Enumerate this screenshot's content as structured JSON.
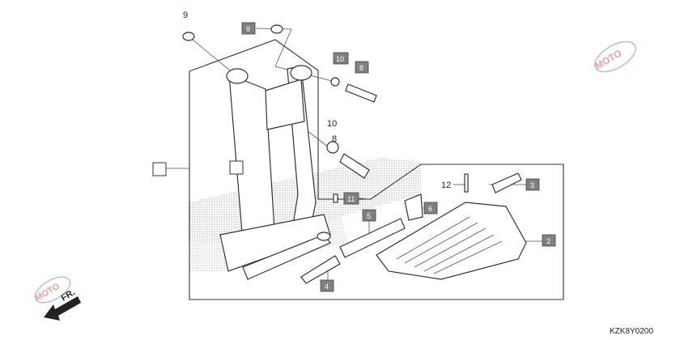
{
  "plain_labels": [
    {
      "id": "9-top",
      "text": "9"
    },
    {
      "id": "10-mid",
      "text": "10"
    },
    {
      "id": "8-mid",
      "text": "8"
    },
    {
      "id": "12",
      "text": "12"
    }
  ],
  "boxed_labels": [
    {
      "id": "9-box",
      "text": "9"
    },
    {
      "id": "10-box",
      "text": "10"
    },
    {
      "id": "8-box",
      "text": "8"
    },
    {
      "id": "11-box",
      "text": "11"
    },
    {
      "id": "5-box",
      "text": "5"
    },
    {
      "id": "6-box",
      "text": "6"
    },
    {
      "id": "3-box",
      "text": "3"
    },
    {
      "id": "2-box",
      "text": "2"
    },
    {
      "id": "4-box",
      "text": "4"
    }
  ],
  "diagram_code": "KZK8Y0200",
  "direction_label": "FR.",
  "colors": {
    "line": "#333333",
    "box_fill": "#808080",
    "halftone": "#bbbbbb",
    "watermark": "#e05050"
  },
  "icons": [
    "front-direction-arrow-icon",
    "moto-watermark-logo"
  ]
}
